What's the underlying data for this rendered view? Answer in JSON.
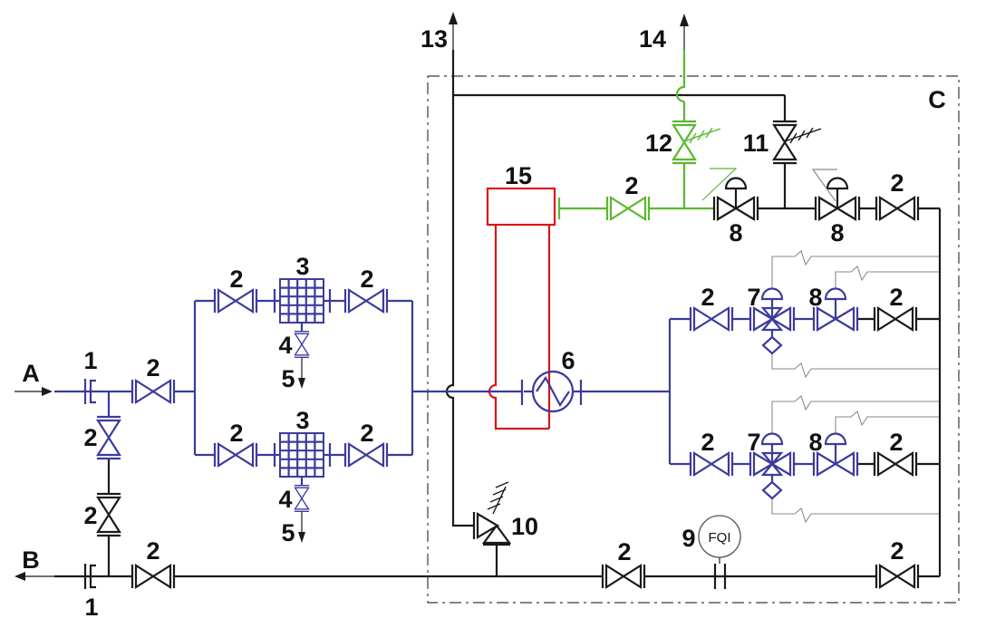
{
  "diagram": {
    "kind": "piping-and-instrumentation-diagram",
    "boundary": {
      "label": "C"
    },
    "labels": {
      "a": "A",
      "b": "B",
      "c": "C",
      "n1": "1",
      "n2": "2",
      "n3": "3",
      "n4": "4",
      "n5": "5",
      "n6": "6",
      "n7": "7",
      "n8": "8",
      "n9": "9",
      "n10": "10",
      "n11": "11",
      "n12": "12",
      "n13": "13",
      "n14": "14",
      "n15": "15",
      "fqi": "FQI"
    },
    "colors": {
      "process_blue": "#3b3b9e",
      "vent_green": "#5bb82e",
      "heating_red": "#dc1414",
      "line_black": "#1a1a1a",
      "signal_gray": "#8a8a8a",
      "boundary_gray": "#3a3a3a"
    }
  }
}
